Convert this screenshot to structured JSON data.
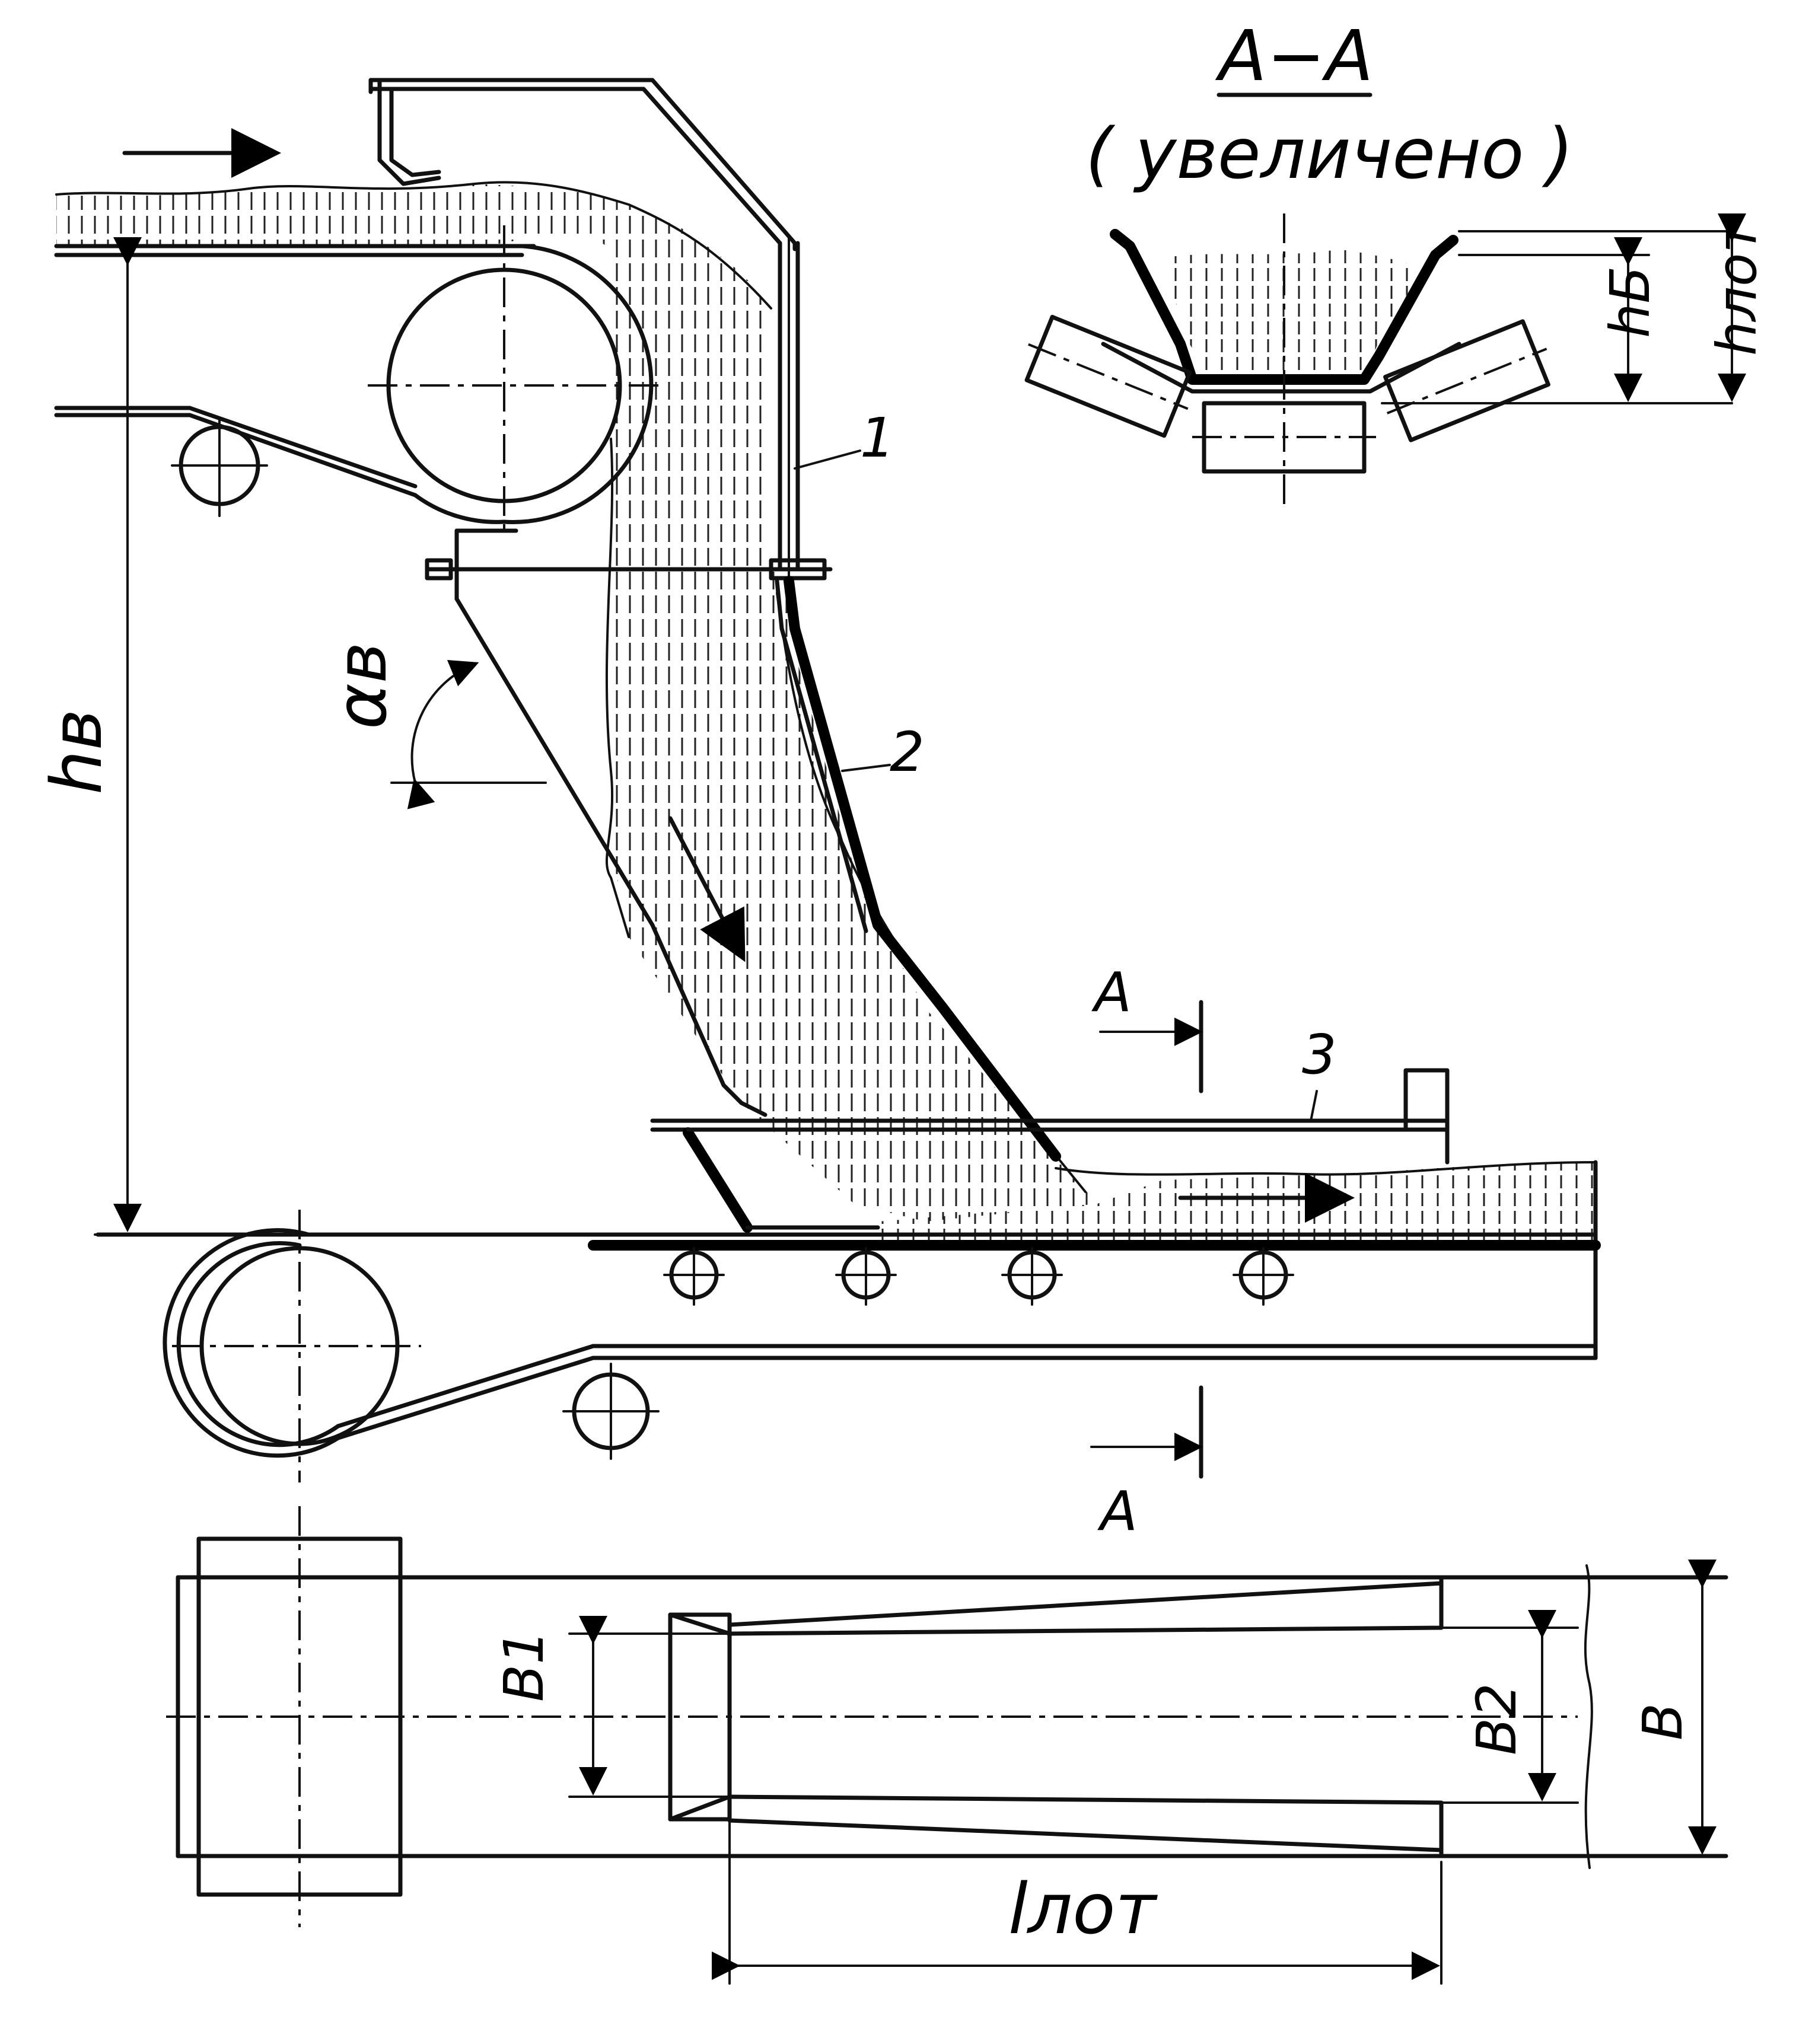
{
  "section": {
    "title": "A−A",
    "subtitle": "( увеличено )",
    "h_b_label": "hБ",
    "h_lot_label": "hлот"
  },
  "labels": {
    "part1": "1",
    "part2": "2",
    "part3": "3",
    "h_v": "hв",
    "alpha_v": "αв",
    "section_mark_top": "A",
    "section_mark_bottom": "A",
    "b1": "B1",
    "b2": "B2",
    "b": "B",
    "l_lot": "lлот"
  }
}
